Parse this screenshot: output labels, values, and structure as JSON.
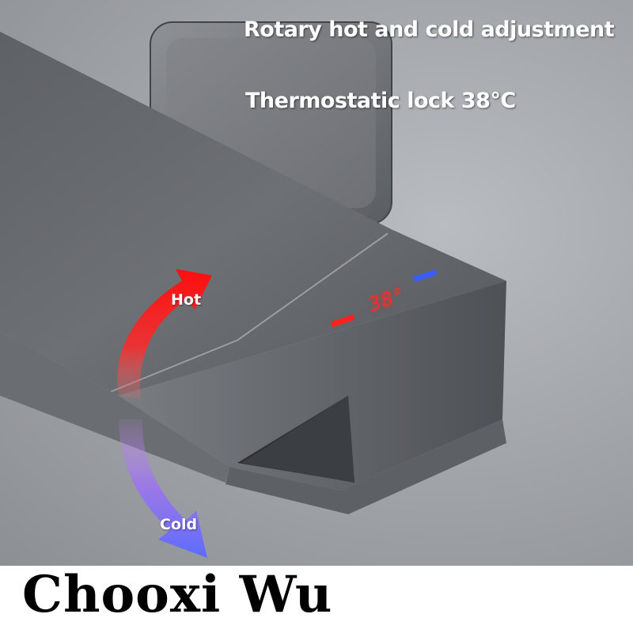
{
  "captions": {
    "line1": "Rotary hot and cold adjustment",
    "line2": "Thermostatic lock 38℃"
  },
  "faucet": {
    "display_temperature": "38°",
    "indicator_hot_color": "#ff2020",
    "indicator_cold_color": "#3a5cff"
  },
  "arrows": {
    "hot_label": "Hot",
    "cold_label": "Cold",
    "hot_color": "#ff1a1a",
    "cold_color": "#6a5cff"
  },
  "brand": {
    "name": "Chooxi Wu"
  }
}
